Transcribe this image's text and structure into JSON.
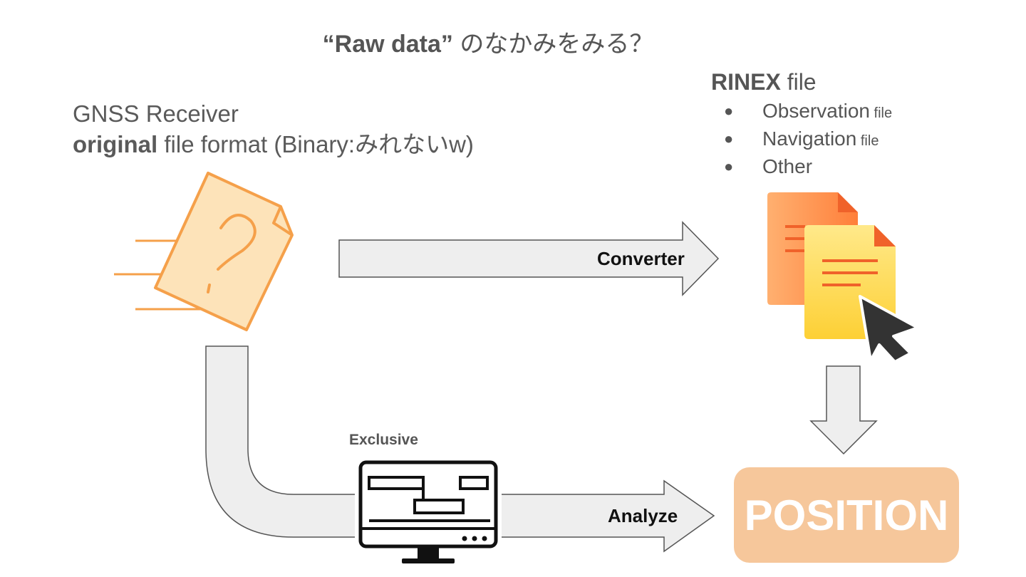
{
  "title": {
    "bold": "“Raw data”",
    "rest": " のなかみをみる？"
  },
  "gnss": {
    "line1": "GNSS Receiver",
    "bold": "original",
    "rest": " file format (Binary:みれないw)"
  },
  "rinex": {
    "bold": "RINEX",
    "rest": " file",
    "items": [
      {
        "main": "Observation",
        "small": " file"
      },
      {
        "main": "Navigation",
        "small": " file"
      },
      {
        "main": "Other",
        "small": ""
      }
    ],
    "bullet": "●"
  },
  "arrows": {
    "converter": "Converter",
    "analyze": "Analyze",
    "exclusive": "Exclusive"
  },
  "position": "POSITION",
  "icons": {
    "unknown_file": "question-file-icon",
    "rinex_files": "documents-icon",
    "cursor": "cursor-icon",
    "software": "monitor-software-icon"
  },
  "colors": {
    "arrow_fill": "#eeeeee",
    "arrow_stroke": "#555555",
    "file_fill": "#fde3b9",
    "file_stroke": "#f5a04a",
    "position_bg": "#f6c79b"
  }
}
